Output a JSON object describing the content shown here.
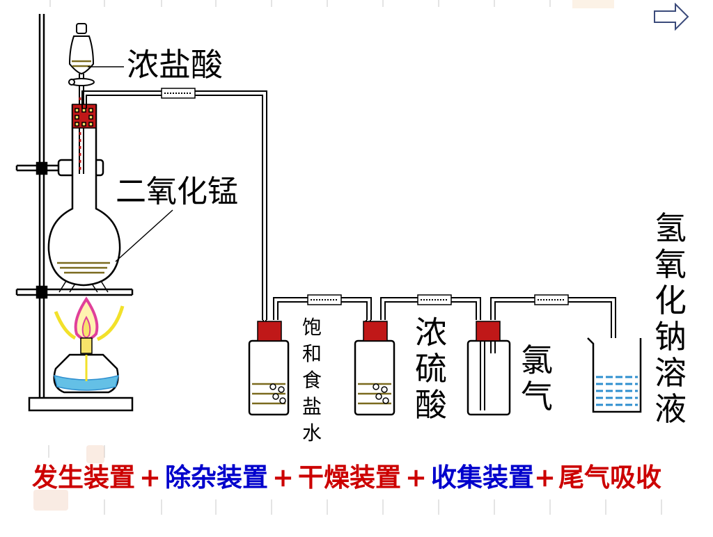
{
  "labels": {
    "conc_hcl": "浓盐酸",
    "mno2": "二氧化锰",
    "saturated_brine": "饱和食盐水",
    "conc_h2so4": "浓硫酸",
    "chlorine": "氯气",
    "naoh_solution": "氢氧化钠溶液"
  },
  "caption": {
    "parts": [
      "发生装置",
      "除杂装置",
      "干燥装置",
      "收集装置",
      "尾气吸收"
    ],
    "plus": "+"
  },
  "colors": {
    "red": "#cc0000",
    "blue": "#0000cc",
    "liquid": "#7a6a1e",
    "water": "#2e8fcf",
    "stopper": "#c01818",
    "flame_yellow": "#f2e12a",
    "flame_pink": "#e0409a"
  },
  "icons": {
    "next": "right-arrow-icon"
  }
}
